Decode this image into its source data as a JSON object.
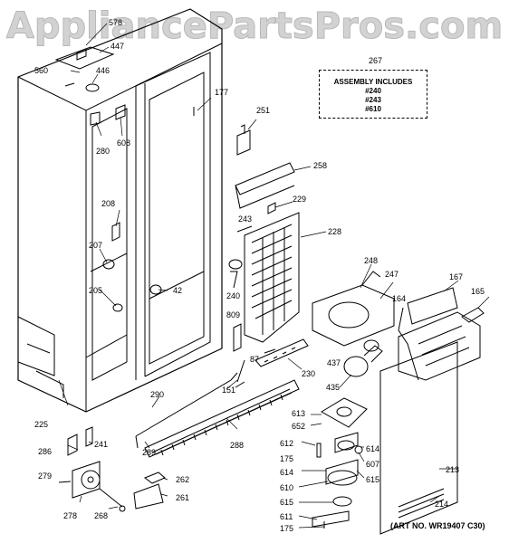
{
  "watermark": "AppliancePartsPros.com",
  "assembly": {
    "number": "267",
    "title": "ASSEMBLY INCLUDES",
    "items": [
      "#240",
      "#243",
      "#610"
    ]
  },
  "art_number": "(ART NO. WR19407 C30)",
  "labels": {
    "p578": "578",
    "p447": "447",
    "p560": "560",
    "p446": "446",
    "p177": "177",
    "p251": "251",
    "p280": "280",
    "p608": "608",
    "p258": "258",
    "p208": "208",
    "p229": "229",
    "p243": "243",
    "p228": "228",
    "p207": "207",
    "p248": "248",
    "p247": "247",
    "p240": "240",
    "p167": "167",
    "p205": "205",
    "p42": "42",
    "p165": "165",
    "p164": "164",
    "p809": "809",
    "p87": "87",
    "p437": "437",
    "p230": "230",
    "p435": "435",
    "p151": "151",
    "p290": "290",
    "p225": "225",
    "p613": "613",
    "p652": "652",
    "p241": "241",
    "p286": "286",
    "p289": "289",
    "p288": "288",
    "p612": "612",
    "p614a": "614",
    "p614b": "614",
    "p175a": "175",
    "p607": "607",
    "p615a": "615",
    "p213": "213",
    "p279": "279",
    "p262": "262",
    "p610": "610",
    "p261": "261",
    "p615b": "615",
    "p278": "278",
    "p268": "268",
    "p611": "611",
    "p214": "214",
    "p175b": "175"
  }
}
